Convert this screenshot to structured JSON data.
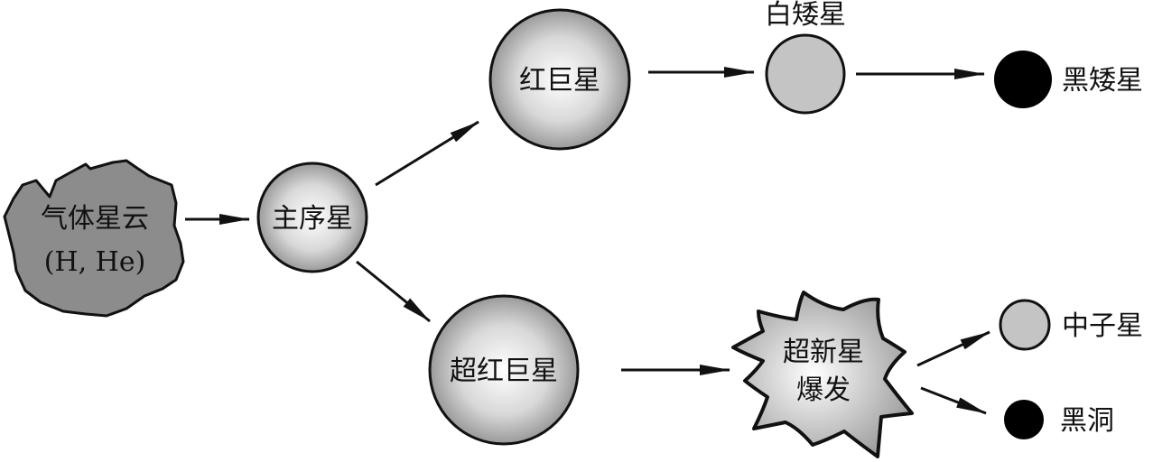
{
  "nodes": {
    "gas_nebula": {
      "line1": "气体星云",
      "line2": "(H, He)"
    },
    "main_sequence": "主序星",
    "red_giant": "红巨星",
    "white_dwarf": "白矮星",
    "black_dwarf": "黑矮星",
    "super_red_giant": "超红巨星",
    "supernova": {
      "line1": "超新星",
      "line2": "爆发"
    },
    "neutron_star": "中子星",
    "black_hole": "黑洞"
  },
  "colors": {
    "cloud": "#8c8c8c",
    "dwarf": "#c4c4c4",
    "black": "#000000",
    "stroke": "#111111"
  }
}
